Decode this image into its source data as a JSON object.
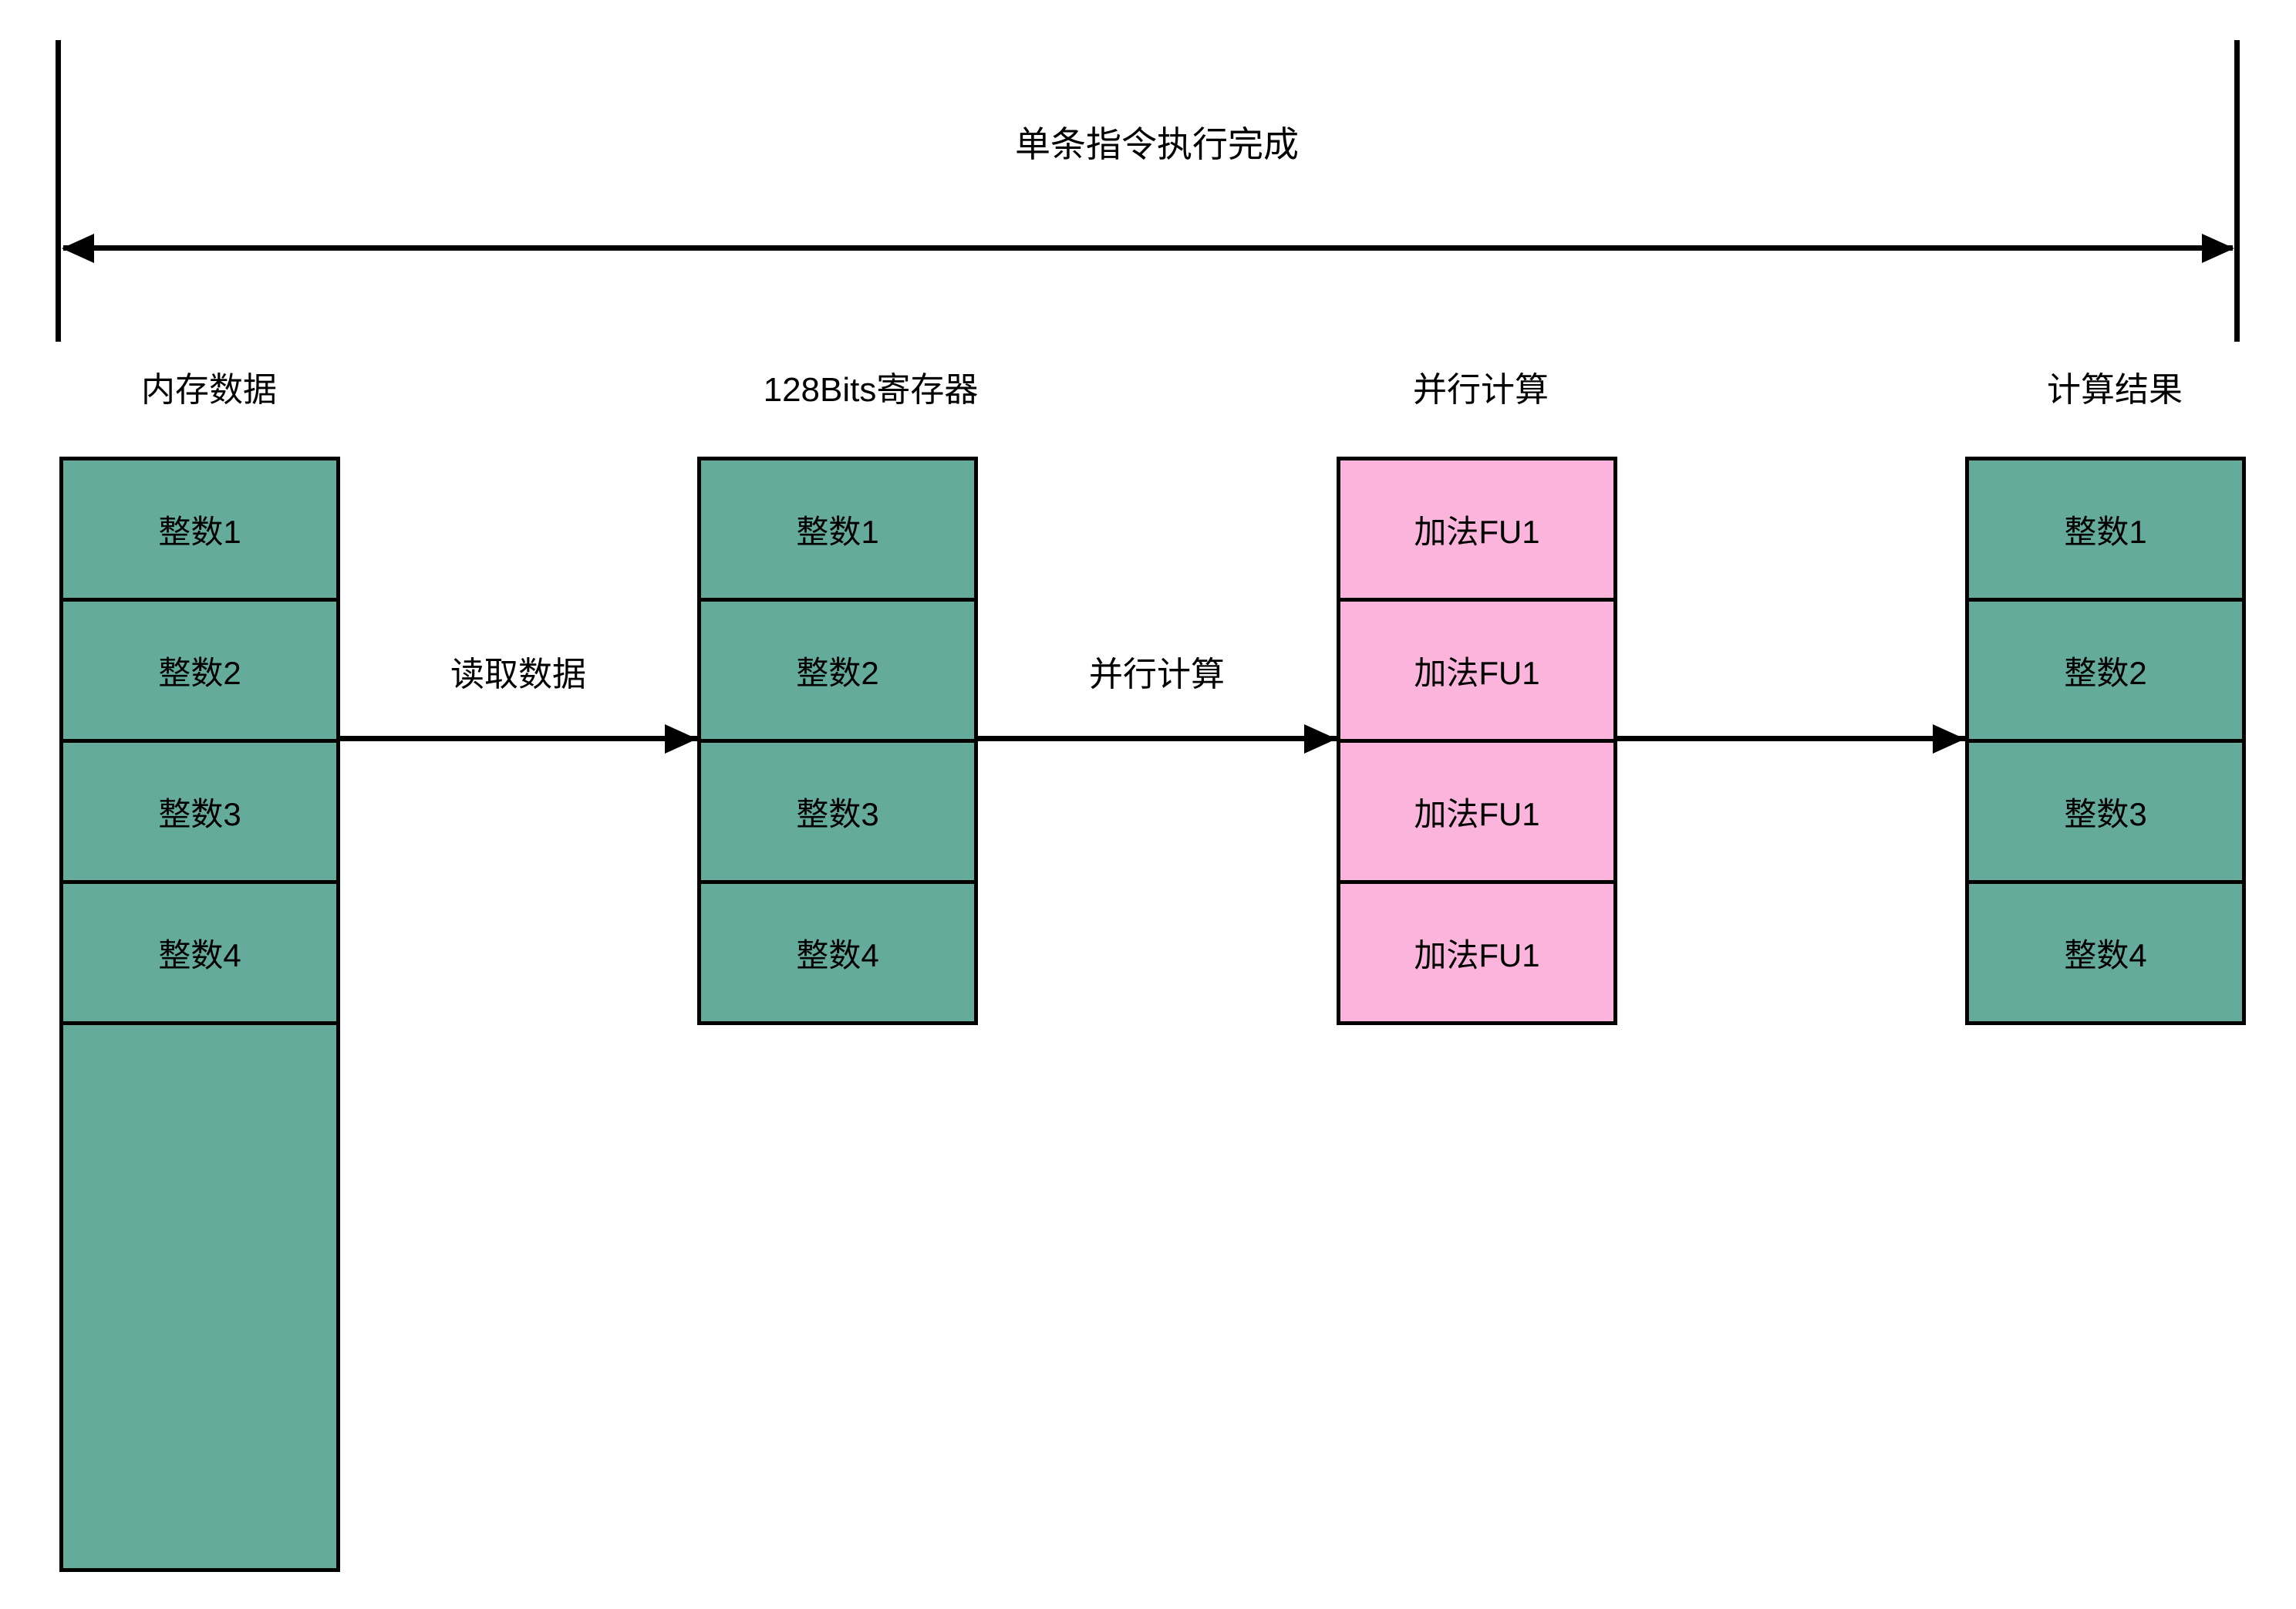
{
  "diagram": {
    "background_color": "#FFFFFF",
    "stroke_color": "#000000",
    "teal_color": "#64AB9C",
    "pink_color": "#FBB5DC",
    "timeline": {
      "title": "单条指令执行完成"
    },
    "columns": [
      {
        "header": "内存数据",
        "fill": "#64AB9C",
        "cells": [
          "整数1",
          "整数2",
          "整数3",
          "整数4"
        ],
        "empty_cell": ""
      },
      {
        "header": "128Bits寄存器",
        "fill": "#64AB9C",
        "cells": [
          "整数1",
          "整数2",
          "整数3",
          "整数4"
        ]
      },
      {
        "header": "并行计算",
        "fill": "#FBB5DC",
        "cells": [
          "加法FU1",
          "加法FU1",
          "加法FU1",
          "加法FU1"
        ]
      },
      {
        "header": "计算结果",
        "fill": "#64AB9C",
        "cells": [
          "整数1",
          "整数2",
          "整数3",
          "整数4"
        ]
      }
    ],
    "flow_arrows": [
      {
        "label": "读取数据"
      },
      {
        "label": "并行计算"
      },
      {
        "label": ""
      }
    ]
  }
}
